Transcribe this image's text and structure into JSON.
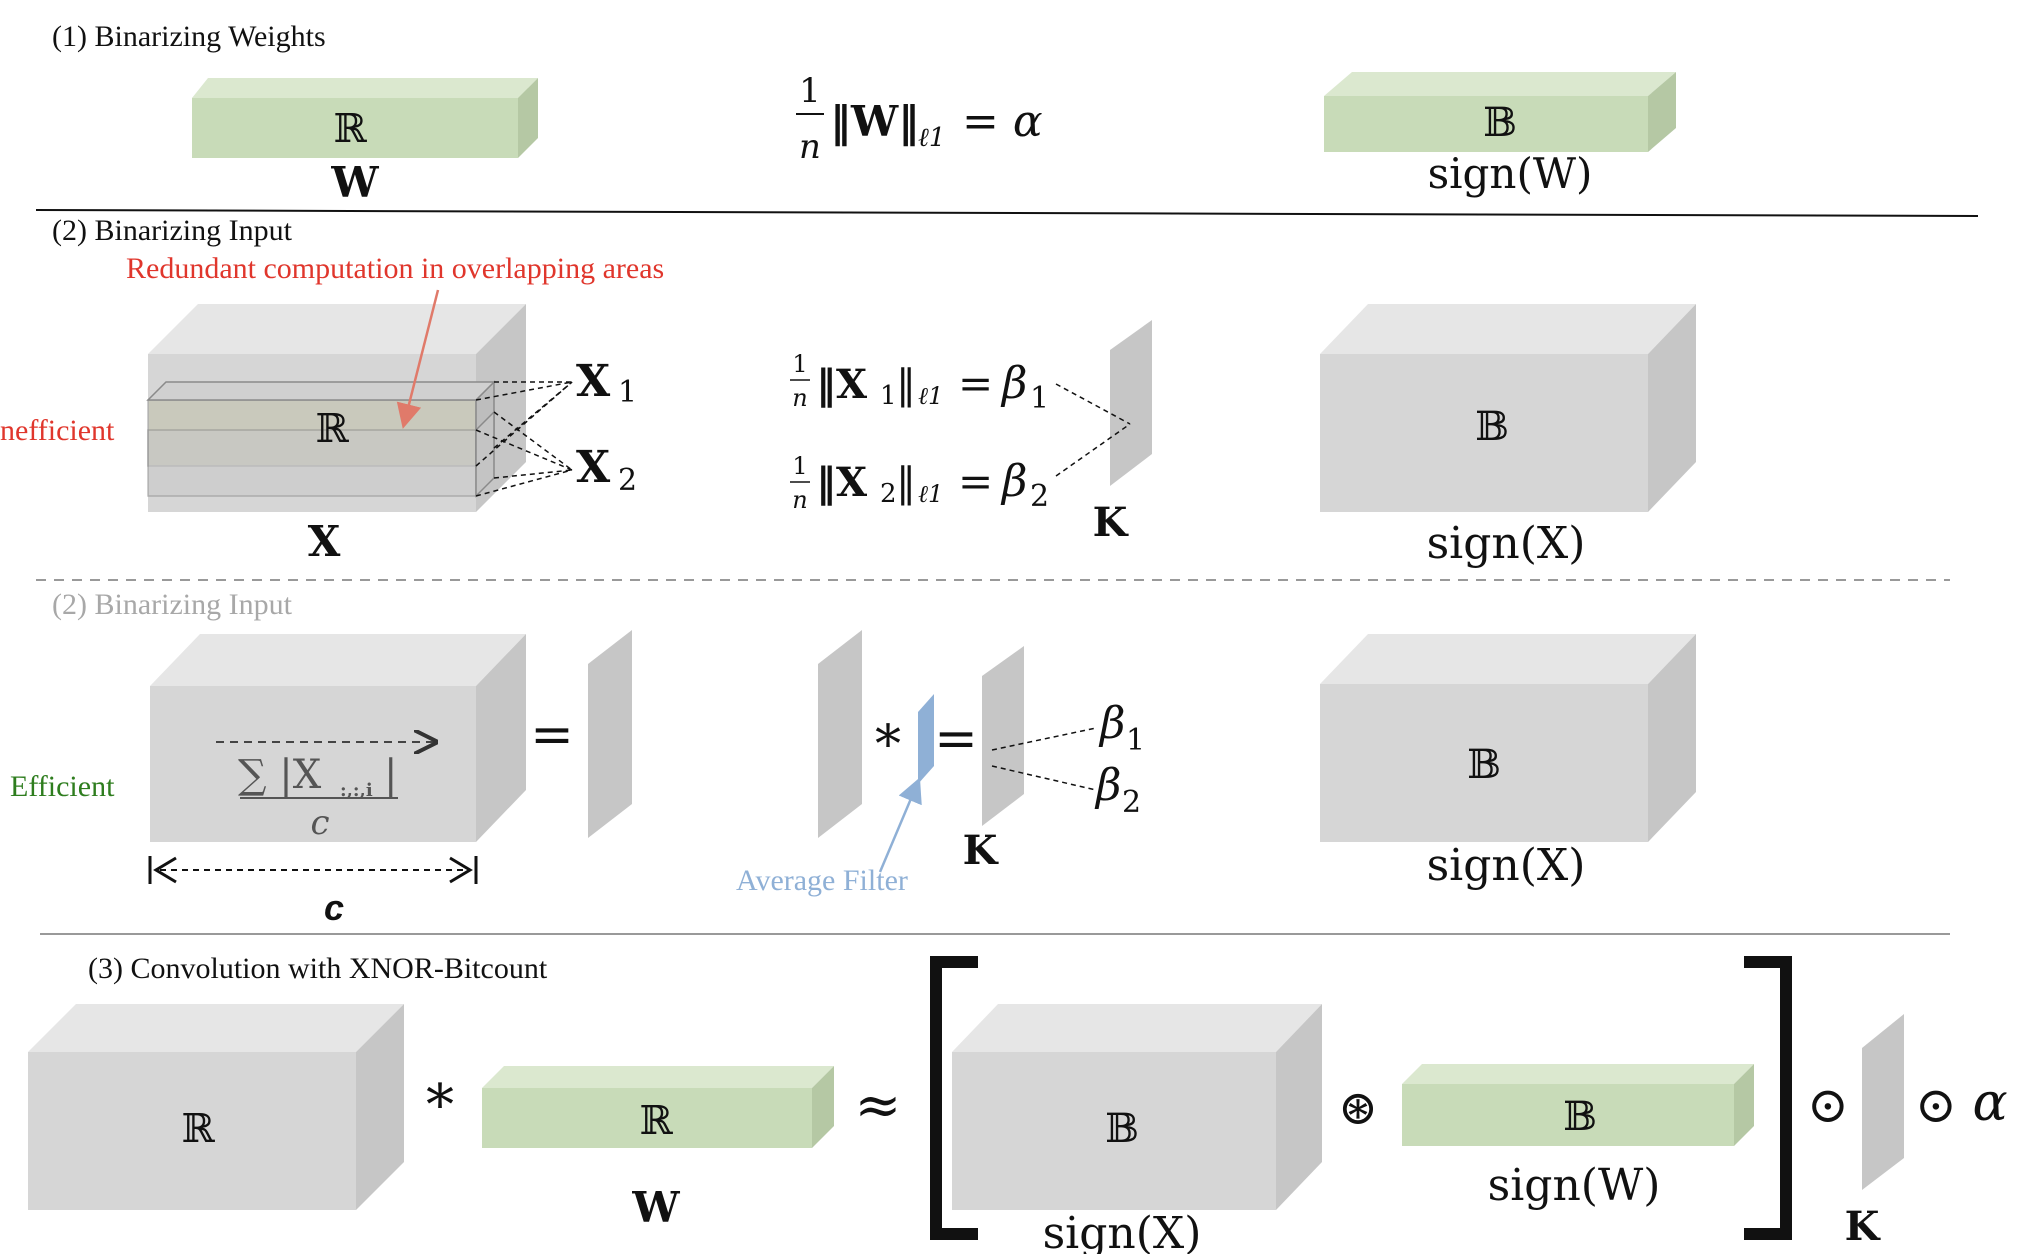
{
  "sections": {
    "weights_title": "(1) Binarizing Weights",
    "input_title": "(2) Binarizing Input",
    "input_efficient_title": "(2) Binarizing Input",
    "conv_title": "(3) Convolution with XNOR-Bitcount"
  },
  "labels": {
    "inefficient": "nefficient",
    "efficient": "Efficient",
    "redundant": "Redundant computation in overlapping areas",
    "average_filter": "Average Filter",
    "c_axis": "c"
  },
  "symbols": {
    "real": "ℝ",
    "binary": "𝔹",
    "W": "W",
    "sign_W": "sign(W)",
    "X": "X",
    "sign_X": "sign(X)",
    "K": "K",
    "X1": "X",
    "X2": "X",
    "sub1": "1",
    "sub2": "2",
    "beta": "β",
    "alpha": "α",
    "conv": "*",
    "equals": "=",
    "approx": "≈",
    "xnor_conv": "⊛",
    "odot": "⊙",
    "sum_expr": "∑ |X",
    "sum_sub": ":,:,i",
    "sum_den": "c"
  },
  "formulas": {
    "alpha_num": "1",
    "alpha_den": "n",
    "alpha_norm": "‖W‖",
    "alpha_sub": "ℓ1",
    "alpha_rhs": "= α",
    "beta1_norm": "‖X",
    "beta_sub": "ℓ1",
    "beta_eq": "=",
    "frac_num": "1",
    "frac_den": "n"
  },
  "colors": {
    "green_front": "#c8dbb8",
    "green_top": "#dbe8cf",
    "green_side": "#b5c8a4",
    "gray_front": "#d6d6d6",
    "gray_top": "#e6e6e6",
    "gray_side": "#c6c6c6",
    "red": "#e0362c",
    "green_text": "#2e7d1e",
    "blue": "#8fb0d6"
  }
}
